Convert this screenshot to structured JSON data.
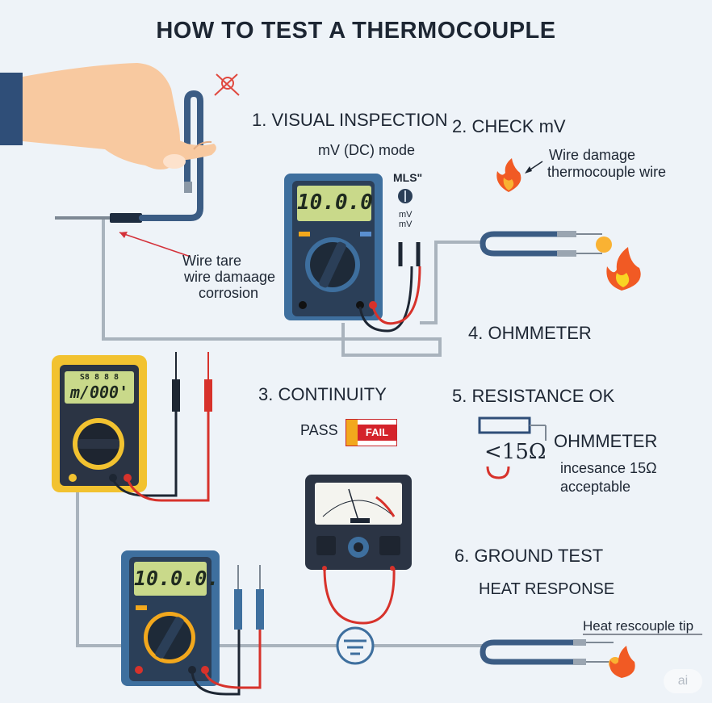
{
  "title": "HOW TO TEST A THERMOCOUPLE",
  "steps": {
    "s1": "1. VISUAL INSPECTION",
    "s2": "2. CHECK mV",
    "s3": "3. CONTINUITY",
    "s4": "4. OHMMETER",
    "s5": "5. RESISTANCE OK",
    "s6": "6. GROUND TEST"
  },
  "labels": {
    "mv_mode": "mV (DC) mode",
    "mls": "MLS\"",
    "mv1": "mV",
    "mv2": "mV",
    "wire_damage_1": "Wire damage",
    "wire_damage_2": "thermocouple wire",
    "wire_tare_1": "Wire tare",
    "wire_tare_2": "wire damaage",
    "wire_tare_3": "corrosion",
    "pass": "PASS",
    "fail": "FAIL",
    "ohm_value": "<15Ω",
    "ohmmeter_2": "OHMMETER",
    "incesance_1": "incesance 15Ω",
    "incesance_2": "acceptable",
    "heat_response": "HEAT RESPONSE",
    "heat_tip": "Heat rescouple tip",
    "watermark": "ai"
  },
  "meters": {
    "top_display": "10.0.0",
    "yellow_display_top": "S8 8 8 8",
    "yellow_display": "m/000'",
    "bottom_display": "10.0.0."
  },
  "colors": {
    "meter_blue": "#3e6f9e",
    "meter_yellow": "#f2c230",
    "lcd_green": "#c9d98a",
    "probe_red": "#d7322b",
    "wire_gray": "#a9b3bd",
    "flame": "#f15a24"
  }
}
